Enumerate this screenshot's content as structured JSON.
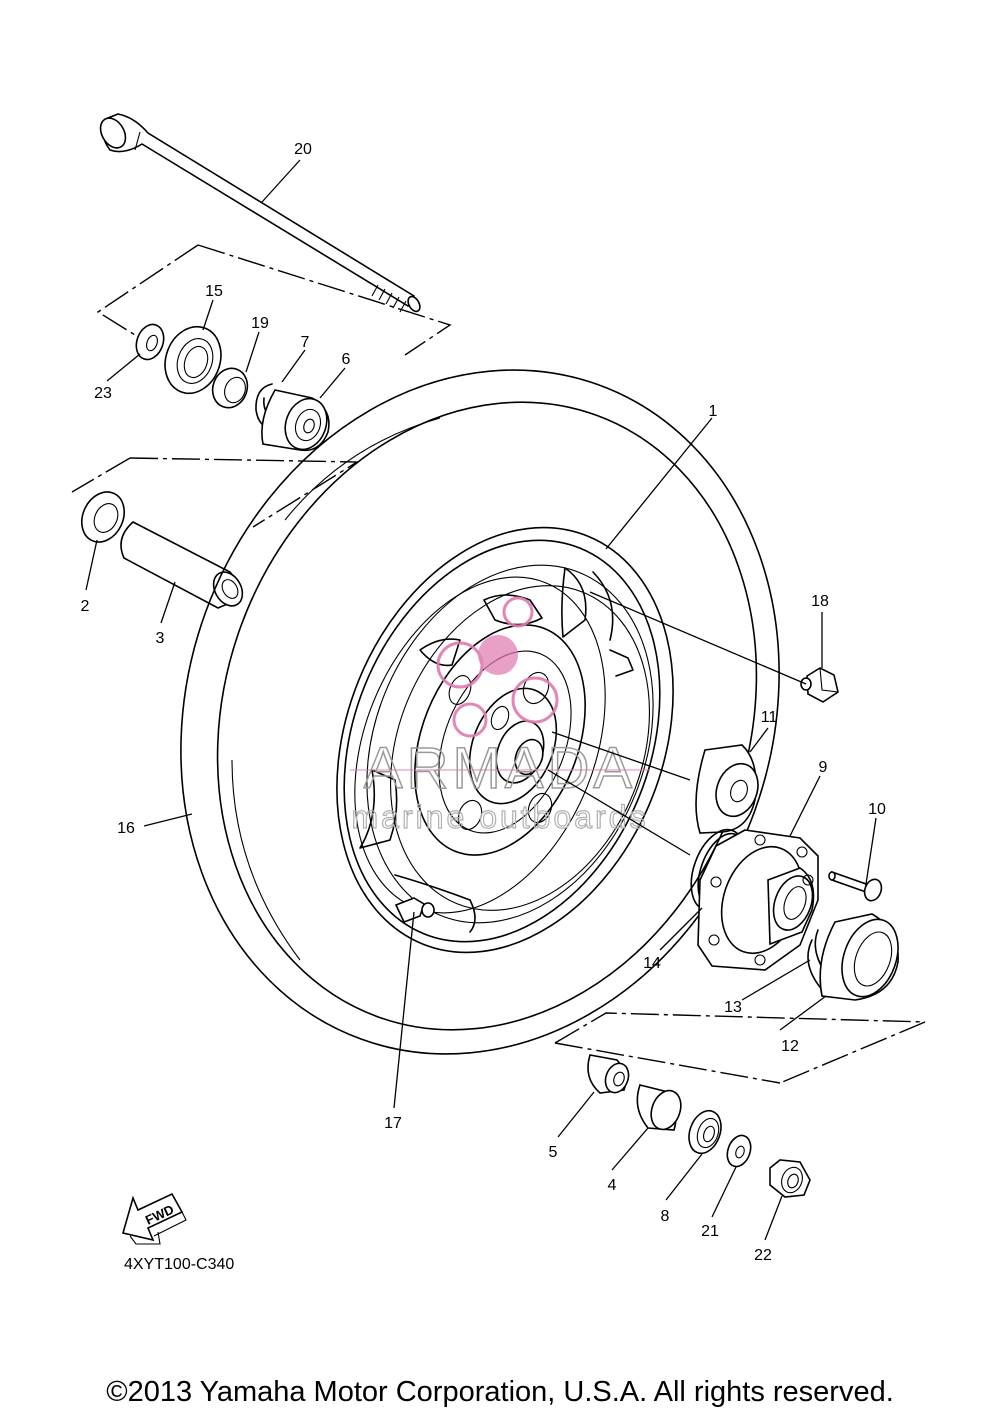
{
  "diagram_code": "4XYT100-C340",
  "copyright": "©2013 Yamaha Motor Corporation, U.S.A. All rights reserved.",
  "fwd_label": "FWD",
  "watermark": {
    "brand": "ARMADA",
    "tagline": "marine outboards",
    "color": "#e07ab0"
  },
  "part_labels": {
    "p1": "1",
    "p2": "2",
    "p3": "3",
    "p4": "4",
    "p5": "5",
    "p6": "6",
    "p7": "7",
    "p8": "8",
    "p9": "9",
    "p10": "10",
    "p11": "11",
    "p12": "12",
    "p13": "13",
    "p14": "14",
    "p15": "15",
    "p16": "16",
    "p17": "17",
    "p18": "18",
    "p19": "19",
    "p20": "20",
    "p21": "21",
    "p22": "22",
    "p23": "23"
  }
}
